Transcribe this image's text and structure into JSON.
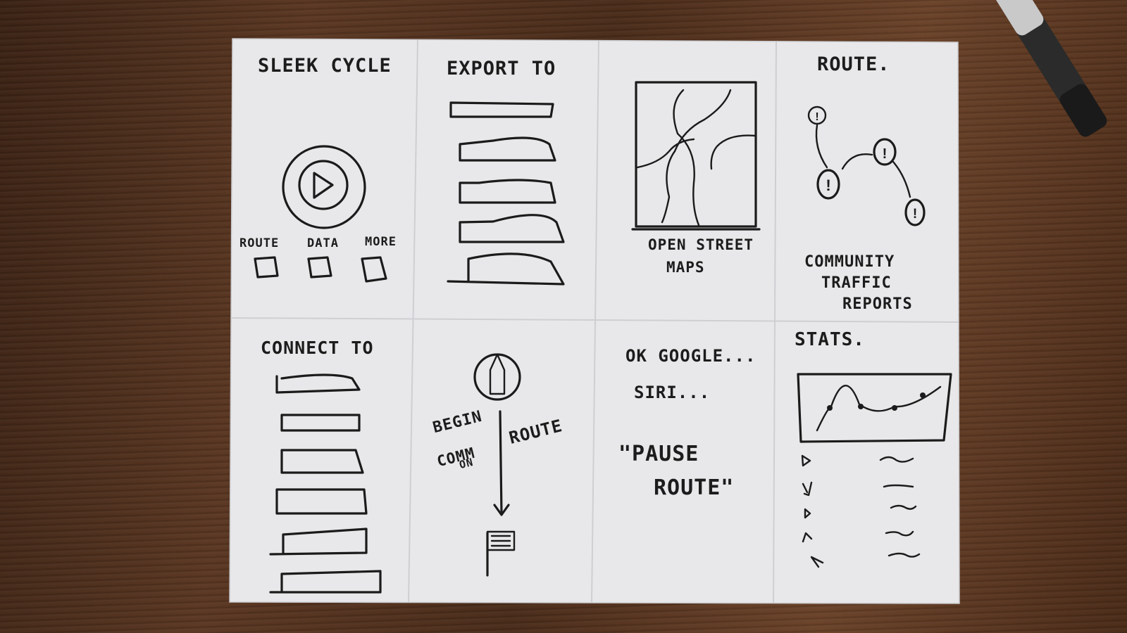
{
  "panels": {
    "home": {
      "title": "SLEEK CYCLE",
      "buttons": [
        "ROUTE",
        "DATA",
        "MORE"
      ]
    },
    "export": {
      "title": "EXPORT TO"
    },
    "map": {
      "caption_line1": "OPEN STREET",
      "caption_line2": "MAPS"
    },
    "route": {
      "title": "ROUTE.",
      "caption_line1": "COMMUNITY",
      "caption_line2": "TRAFFIC",
      "caption_line3": "REPORTS"
    },
    "connect": {
      "title": "CONNECT TO"
    },
    "navigation": {
      "left_line1": "BEGIN",
      "left_line2": "COMM",
      "left_line3": "ON",
      "right": "ROUTE"
    },
    "voice": {
      "line1": "OK GOOGLE...",
      "line2": "SIRI...",
      "quote_line1": "\"PAUSE",
      "quote_line2": "ROUTE\""
    },
    "stats": {
      "title": "STATS."
    }
  },
  "colors": {
    "paper": "#e9e9eb",
    "ink": "#1b1b1b",
    "wood": "#4a2c1a"
  }
}
